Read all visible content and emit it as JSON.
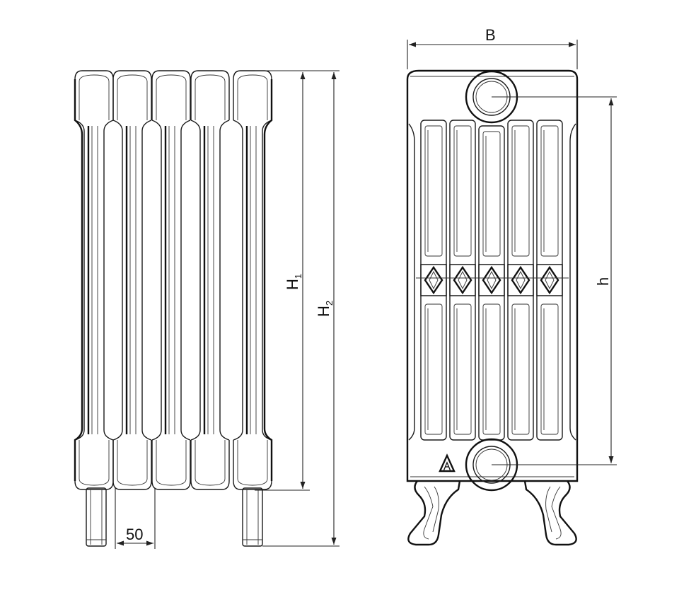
{
  "labels": {
    "width": "B",
    "height_1": "H",
    "height_1_sub": "1",
    "height_2": "H",
    "height_2_sub": "2",
    "connection_height": "h",
    "section_width": "50"
  }
}
